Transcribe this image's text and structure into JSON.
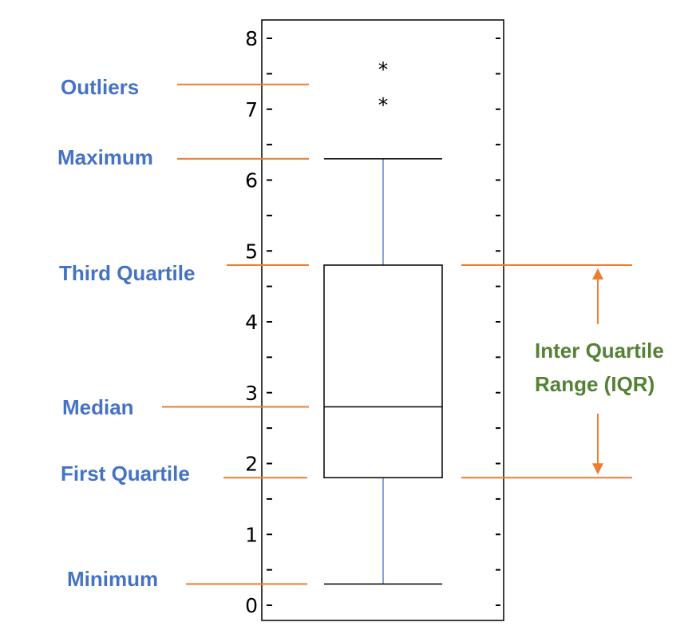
{
  "colors": {
    "label": "#4472C4",
    "pointer": "#ED7D31",
    "iqr_label": "#548235",
    "whisker": "#4472C4",
    "box": "#000000"
  },
  "labels": {
    "outliers": "Outliers",
    "maximum": "Maximum",
    "third_quartile": "Third Quartile",
    "median": "Median",
    "first_quartile": "First Quartile",
    "minimum": "Minimum",
    "iqr_line1": "Inter Quartile",
    "iqr_line2": "Range (IQR)"
  },
  "chart_data": {
    "type": "box",
    "ylim": [
      0,
      8
    ],
    "y_ticks": [
      "0",
      "1",
      "2",
      "3",
      "4",
      "5",
      "6",
      "7",
      "8"
    ],
    "minor_tick_step": 0.5,
    "minimum": 0.3,
    "first_quartile": 1.8,
    "median": 2.8,
    "third_quartile": 4.8,
    "maximum": 6.3,
    "outliers": [
      7.1,
      7.6
    ],
    "outlier_marker": "*"
  }
}
